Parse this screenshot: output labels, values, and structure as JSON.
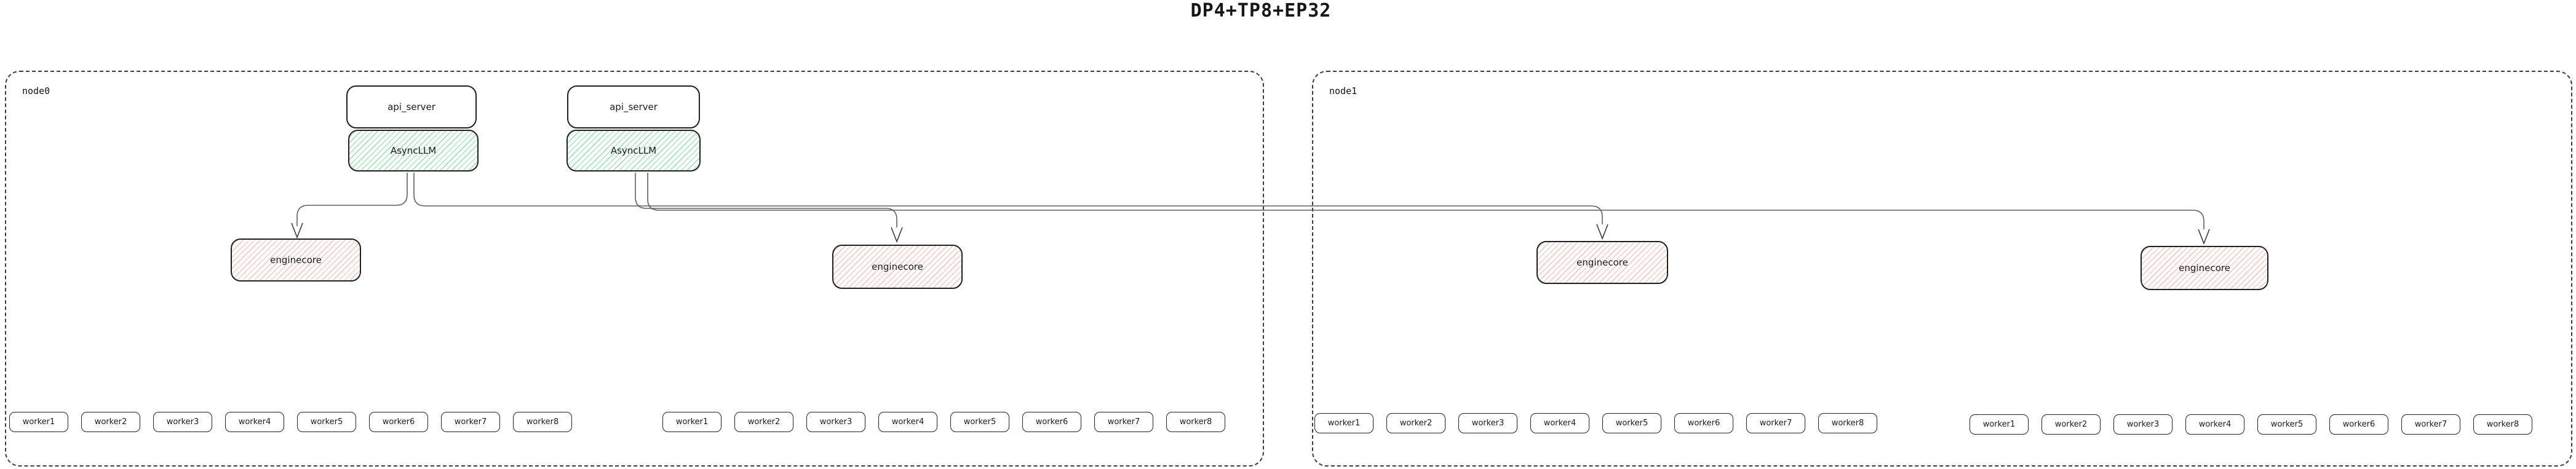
{
  "title": "DP4+TP8+EP32",
  "node0": {
    "label": "node0",
    "stack1": {
      "api_server": "api_server",
      "asyncllm": "AsyncLLM"
    },
    "stack2": {
      "api_server": "api_server",
      "asyncllm": "AsyncLLM"
    },
    "enginecore1": "enginecore",
    "enginecore2": "enginecore",
    "workers1": [
      "worker1",
      "worker2",
      "worker3",
      "worker4",
      "worker5",
      "worker6",
      "worker7",
      "worker8"
    ],
    "workers2": [
      "worker1",
      "worker2",
      "worker3",
      "worker4",
      "worker5",
      "worker6",
      "worker7",
      "worker8"
    ]
  },
  "node1": {
    "label": "node1",
    "enginecore1": "enginecore",
    "enginecore2": "enginecore",
    "workers1": [
      "worker1",
      "worker2",
      "worker3",
      "worker4",
      "worker5",
      "worker6",
      "worker7",
      "worker8"
    ],
    "workers2": [
      "worker1",
      "worker2",
      "worker3",
      "worker4",
      "worker5",
      "worker6",
      "worker7",
      "worker8"
    ]
  },
  "edges": [
    {
      "from": "node0.asyncllm1",
      "to": "node0.enginecore1"
    },
    {
      "from": "node0.asyncllm1",
      "to": "node1.enginecore1"
    },
    {
      "from": "node0.asyncllm2",
      "to": "node0.enginecore2"
    },
    {
      "from": "node0.asyncllm2",
      "to": "node1.enginecore2"
    }
  ],
  "colors": {
    "asyncllm_hatch": "#8fe0a9",
    "enginecore_hatch": "#f6beb6",
    "box_border": "#1f1f1f",
    "node_border": "#3c3c3c",
    "connector": "#5f5f5f"
  }
}
